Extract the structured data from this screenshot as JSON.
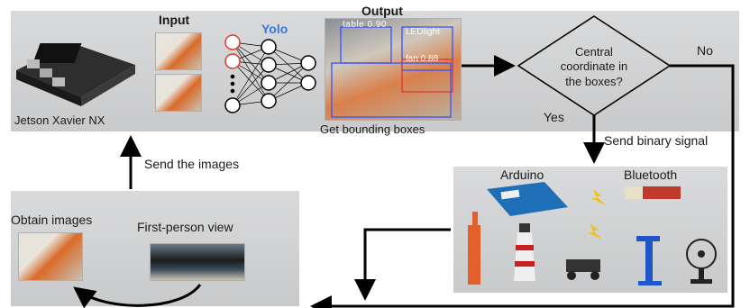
{
  "top_panel": {
    "device_label": "Jetson Xavier NX",
    "input_label": "Input",
    "model_label": "Yolo",
    "output_label": "Output",
    "bbox_label": "Get bounding boxes",
    "detections": [
      "table 0.90",
      "LEDlight",
      "fan 0.88"
    ]
  },
  "decision": {
    "text_lines": [
      "Central",
      "coordinate in",
      "the boxes?"
    ],
    "yes_label": "Yes",
    "no_label": "No"
  },
  "signal_label": "Send binary signal",
  "send_images_label": "Send the images",
  "bottom_left": {
    "obtain_label": "Obtain images",
    "fpv_label": "First-person view"
  },
  "bottom_right": {
    "arduino_label": "Arduino",
    "bluetooth_label": "Bluetooth"
  },
  "colors": {
    "panel": "#d2d3d4",
    "model": "#3a78d8",
    "arrow": "#000000",
    "node_red": "#e0362c"
  }
}
